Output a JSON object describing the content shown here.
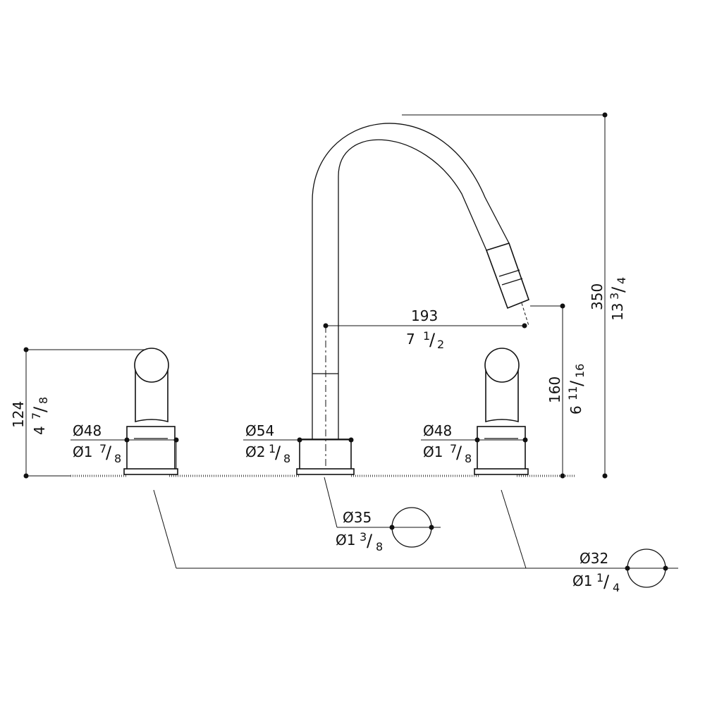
{
  "dimensions": {
    "height_total": {
      "mm": "350",
      "in_whole": "13",
      "in_num": "3",
      "in_den": "4"
    },
    "reach": {
      "mm": "193",
      "in_whole": "7",
      "in_num": "1",
      "in_den": "2"
    },
    "spout_height": {
      "mm": "160",
      "in_whole": "6",
      "in_num": "11",
      "in_den": "16"
    },
    "handle_height": {
      "mm": "124",
      "in_whole": "4",
      "in_num": "7",
      "in_den": "8"
    },
    "handle_left_diameter": {
      "mm": "Ø48",
      "in_whole": "Ø1",
      "in_num": "7",
      "in_den": "8"
    },
    "spout_base_diameter": {
      "mm": "Ø54",
      "in_whole": "Ø2",
      "in_num": "1",
      "in_den": "8"
    },
    "handle_right_diameter": {
      "mm": "Ø48",
      "in_whole": "Ø1",
      "in_num": "7",
      "in_den": "8"
    },
    "spout_hole": {
      "mm": "Ø35",
      "in_whole": "Ø1",
      "in_num": "3",
      "in_den": "8"
    },
    "handle_hole": {
      "mm": "Ø32",
      "in_whole": "Ø1",
      "in_num": "1",
      "in_den": "4"
    }
  }
}
